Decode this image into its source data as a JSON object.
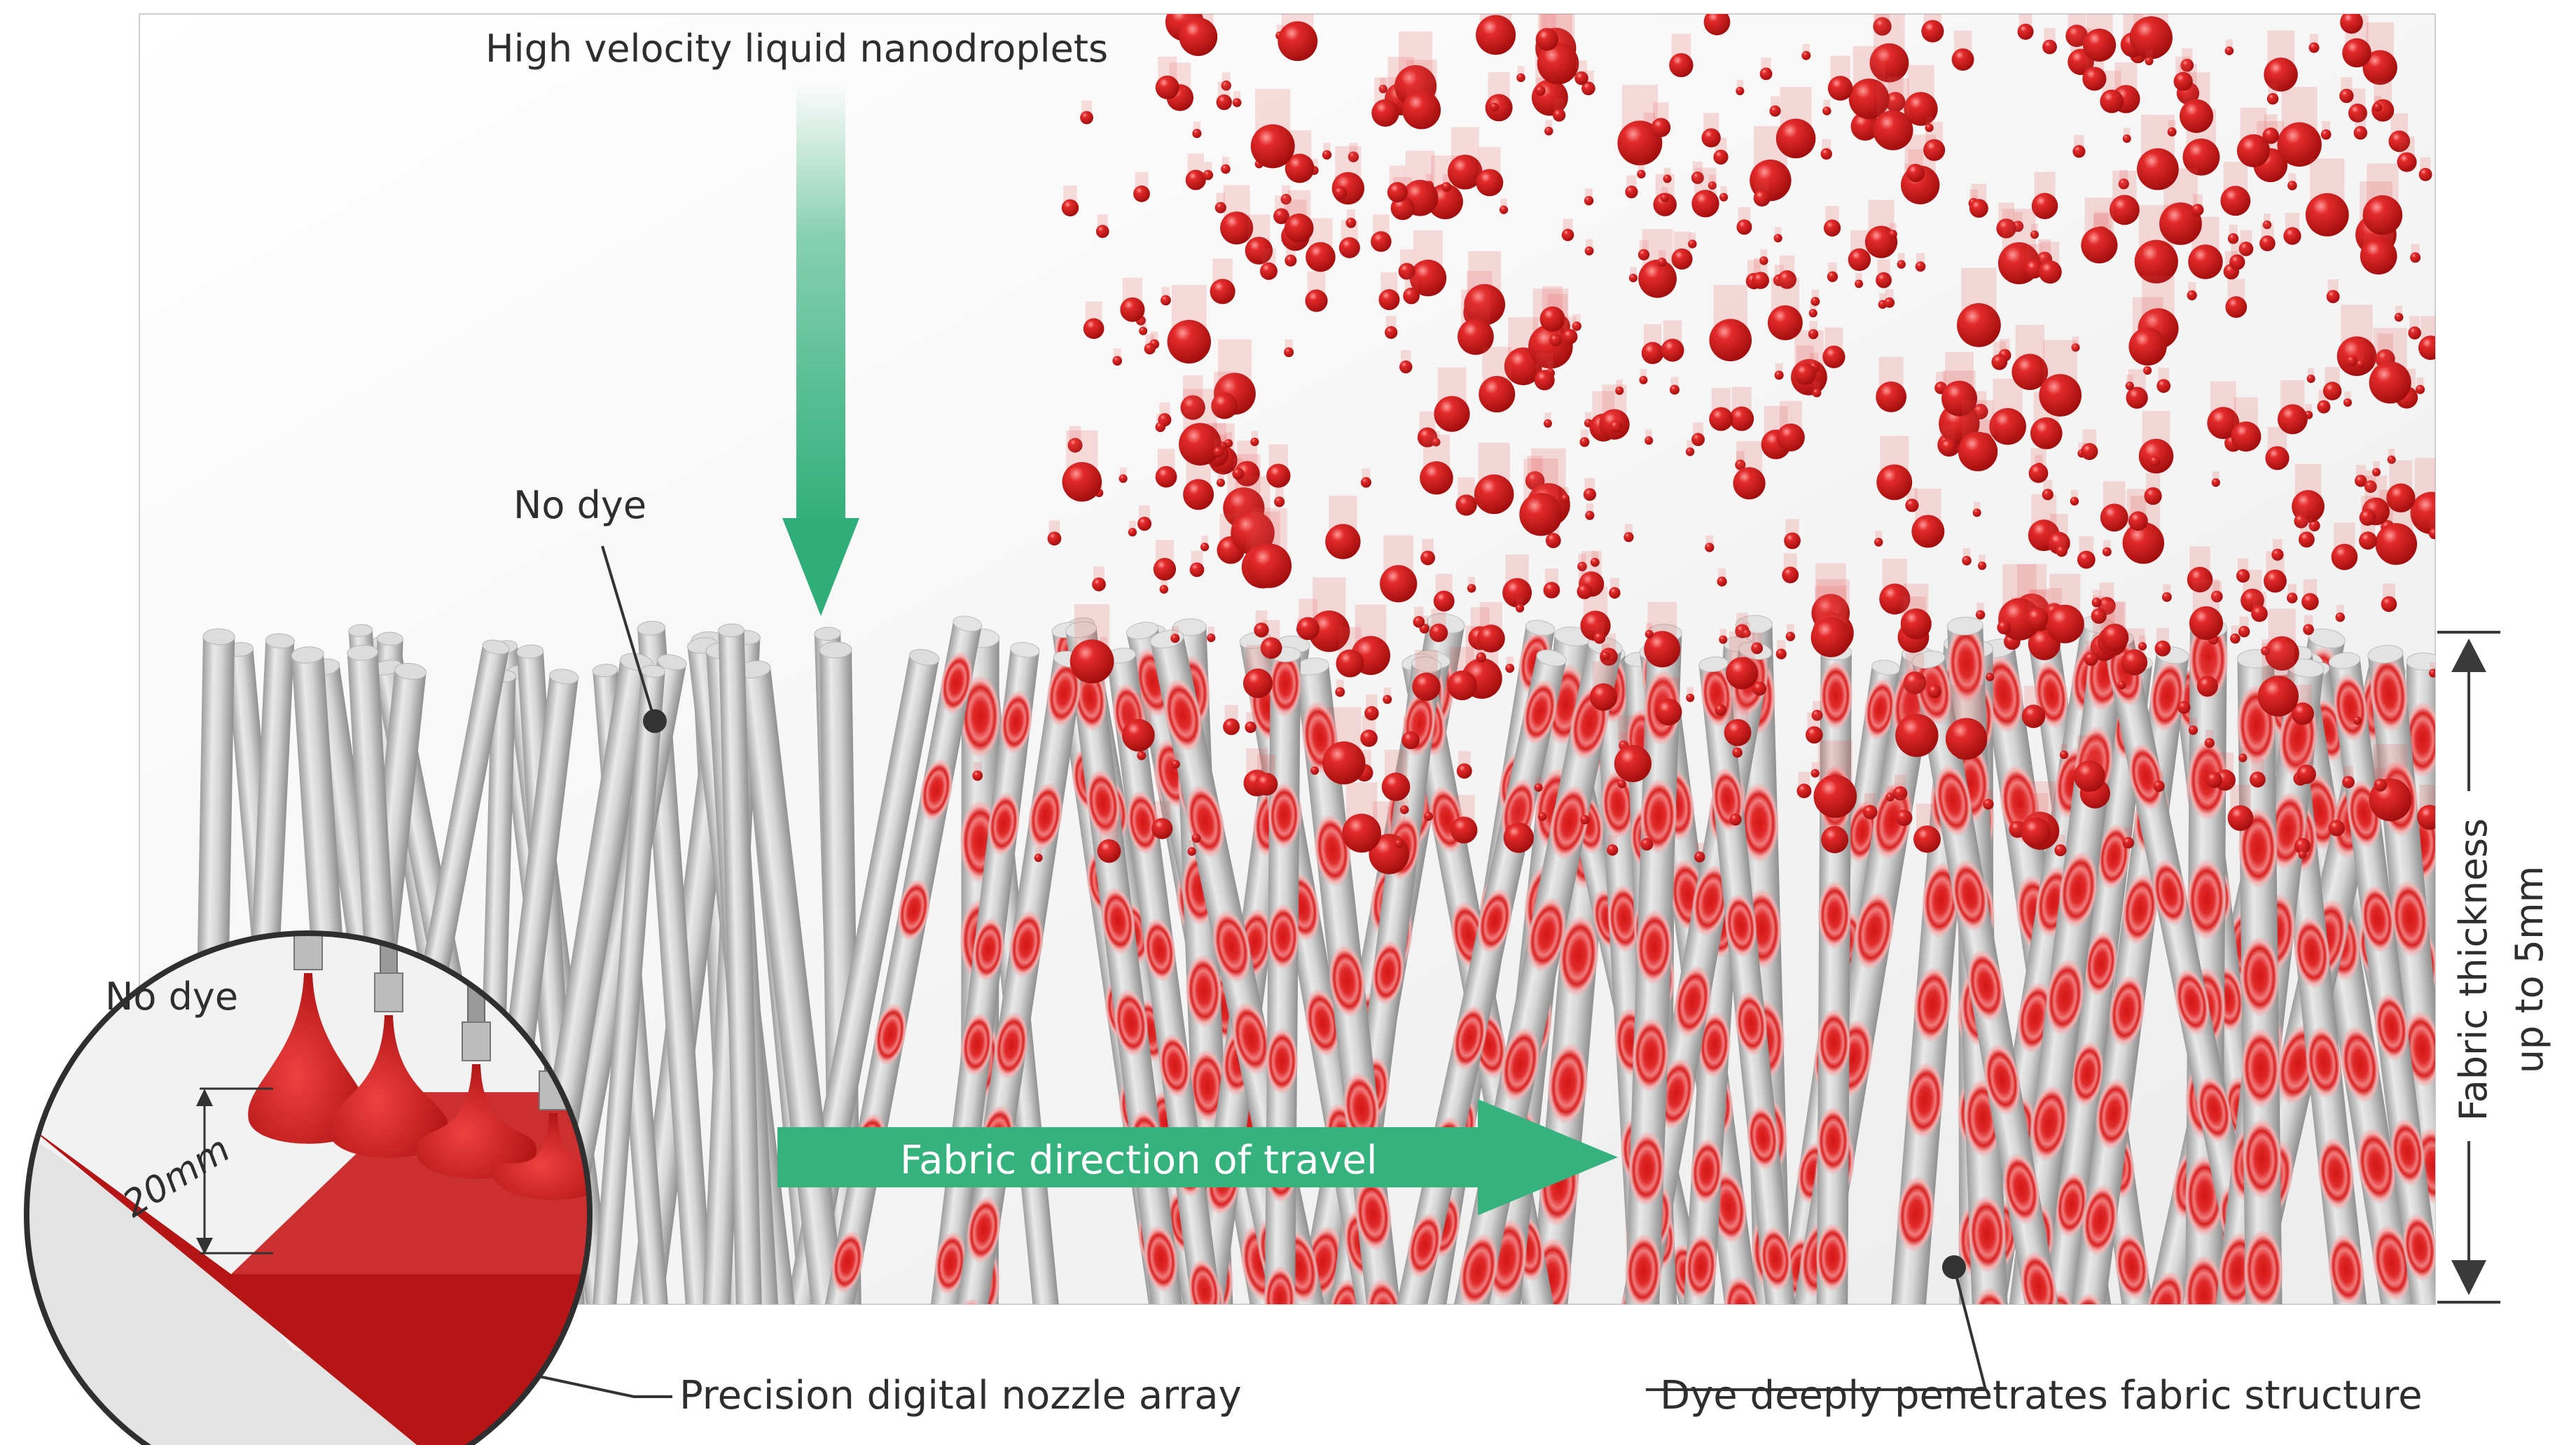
{
  "labels": {
    "nanodroplets": "High velocity liquid nanodroplets",
    "no_dye_main": "No dye",
    "no_dye_inset": "No dye",
    "direction_of_travel": "Fabric direction of travel",
    "thickness_line1": "Fabric thickness",
    "thickness_line2": "up to 5mm",
    "nozzle_distance": "20mm",
    "nozzle_array": "Precision digital nozzle array",
    "penetration": "Dye deeply penetrates fabric structure"
  },
  "colors": {
    "dye_red": "#d81c1c",
    "arrow_green": "#35b27e",
    "fiber_grey": "#c9c9c9",
    "background": "#f4f4f4",
    "text": "#2e2e2e"
  }
}
